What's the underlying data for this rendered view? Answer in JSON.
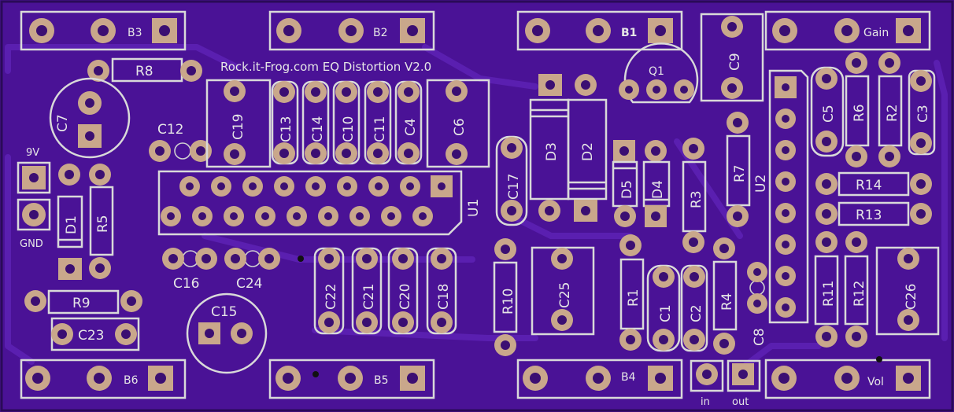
{
  "board": {
    "title": "Rock.it-Frog.com EQ Distortion V2.0",
    "colors": {
      "substrate": "#4a1296",
      "copper": "#c9a78b",
      "silkscreen": "#d9d9d9",
      "trace": "#5a1fb0"
    }
  },
  "connectors": {
    "b3": "B3",
    "b2": "B2",
    "b1": "B1",
    "gain": "Gain",
    "b6": "B6",
    "b5": "B5",
    "b4": "B4",
    "vol": "Vol",
    "power_9v": "9V",
    "power_gnd": "GND",
    "audio_in": "in",
    "audio_out": "out"
  },
  "resistors": {
    "r1": "R1",
    "r2": "R2",
    "r3": "R3",
    "r4": "R4",
    "r5": "R5",
    "r6": "R6",
    "r7": "R7",
    "r8": "R8",
    "r9": "R9",
    "r10": "R10",
    "r11": "R11",
    "r12": "R12",
    "r13": "R13",
    "r14": "R14"
  },
  "capacitors": {
    "c1": "C1",
    "c2": "C2",
    "c3": "C3",
    "c4": "C4",
    "c5": "C5",
    "c6": "C6",
    "c7": "C7",
    "c8": "C8",
    "c9": "C9",
    "c10": "C10",
    "c11": "C11",
    "c12": "C12",
    "c13": "C13",
    "c14": "C14",
    "c15": "C15",
    "c16": "C16",
    "c17": "C17",
    "c18": "C18",
    "c19": "C19",
    "c20": "C20",
    "c21": "C21",
    "c22": "C22",
    "c23": "C23",
    "c24": "C24",
    "c25": "C25",
    "c26": "C26"
  },
  "semiconductors": {
    "d1": "D1",
    "d2": "D2",
    "d3": "D3",
    "d4": "D4",
    "d5": "D5",
    "q1": "Q1",
    "u1": "U1",
    "u2": "U2"
  }
}
